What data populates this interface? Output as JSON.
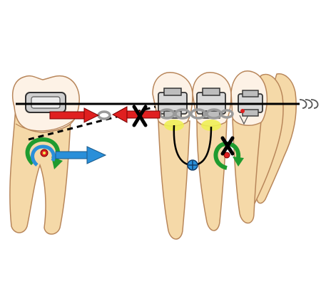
{
  "diagram": {
    "colors": {
      "background": "#ffffff",
      "tooth_fill": "#fdf2e6",
      "root_fill": "#f5d9a8",
      "tooth_outline": "#b8865a",
      "bracket_fill": "#d9d9d9",
      "bracket_outline": "#333333",
      "archwire": "#000000",
      "elastic_chain": "#9a9a9a",
      "force_arrow": "#e02020",
      "movement_arrow": "#2a8fd9",
      "rotation_arrow": "#1f9b2f",
      "center_marker": "#e6e61a",
      "blocked_mark": "#000000"
    },
    "elements": [
      "molar-tooth",
      "molar-tube",
      "archwire",
      "elastic-chain",
      "retraction-force-arrow",
      "blocked-force-mark",
      "movement-arrow",
      "rotation-arrows",
      "canine-brackets",
      "lacebacks-loop",
      "premolar-tipping-arrow"
    ],
    "icons": [
      "x-mark-icon",
      "rotation-arrow-icon",
      "center-resistance-icon",
      "arrow-right-icon",
      "arrow-left-icon"
    ]
  }
}
